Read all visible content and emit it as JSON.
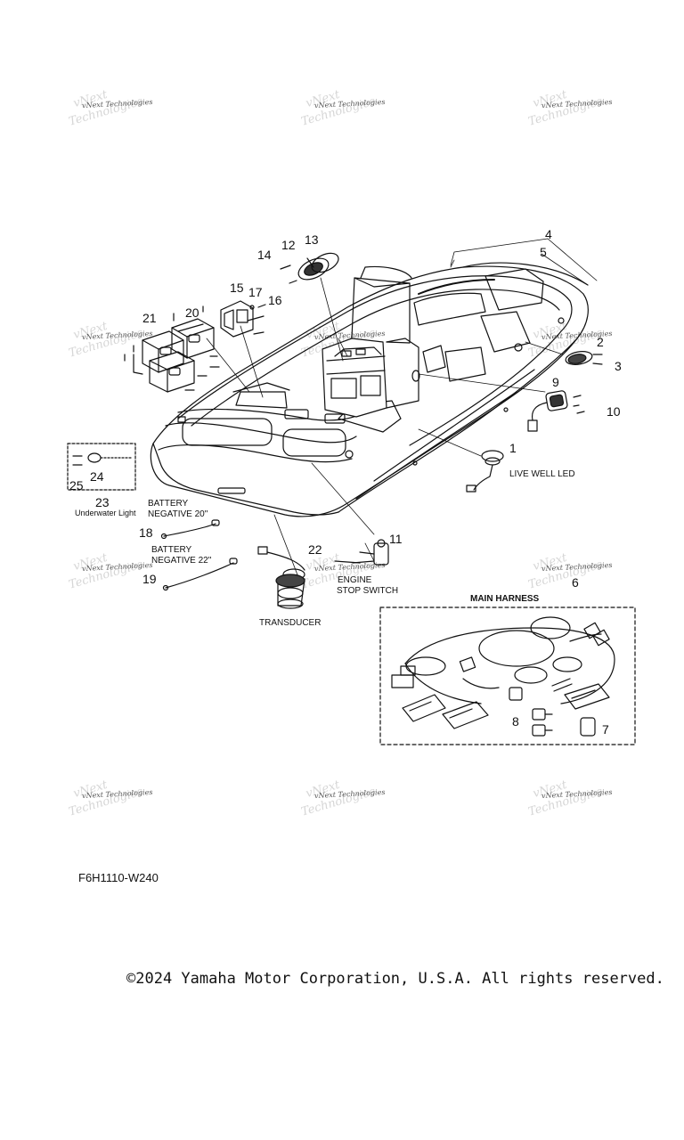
{
  "watermark": {
    "main": "vNext Technologies",
    "ghost_top": "vNext",
    "ghost_bottom": "Technologies"
  },
  "callouts": {
    "n1": "1",
    "n2": "2",
    "n3": "3",
    "n4": "4",
    "n5": "5",
    "n6": "6",
    "n7": "7",
    "n8": "8",
    "n9": "9",
    "n10": "10",
    "n11": "11",
    "n12": "12",
    "n13": "13",
    "n14": "14",
    "n15": "15",
    "n16": "16",
    "n17": "17",
    "n18": "18",
    "n19": "19",
    "n20": "20",
    "n21": "21",
    "n22": "22",
    "n23": "23",
    "n24": "24",
    "n25": "25"
  },
  "labels": {
    "live_well_led": "LIVE WELL LED",
    "underwater_light": "Underwater Light",
    "battery": "BATTERY",
    "negative_20": "NEGATIVE 20\"",
    "negative_22": "NEGATIVE 22\"",
    "engine": "ENGINE",
    "stop_switch": "STOP SWITCH",
    "transducer": "TRANSDUCER",
    "main_harness": "MAIN HARNESS"
  },
  "diagram_code": "F6H1110-W240",
  "copyright": "©2024 Yamaha Motor Corporation, U.S.A. All rights reserved."
}
